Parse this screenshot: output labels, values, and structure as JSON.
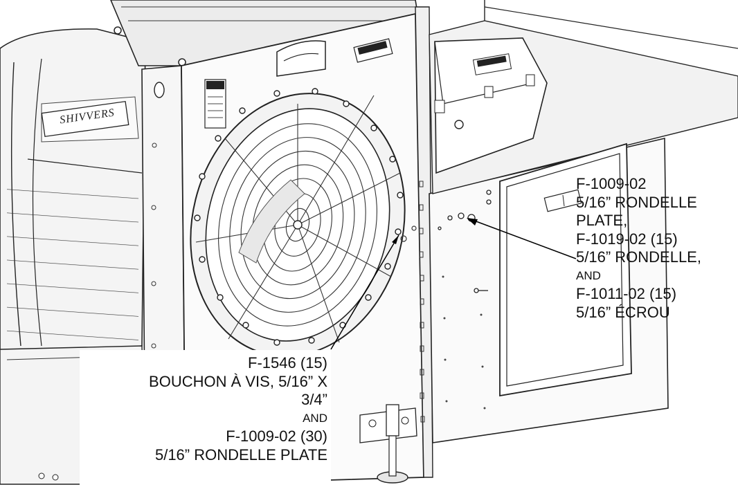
{
  "diagram": {
    "logo_text": "SHIVVERS",
    "callouts": {
      "left": {
        "lines": [
          "F-1546 (15)",
          "BOUCHON À VIS, 5/16” X",
          "3/4”",
          "AND",
          "F-1009-02 (30)",
          "5/16” RONDELLE PLATE"
        ]
      },
      "right": {
        "lines": [
          "F-1009-02",
          "5/16” RONDELLE",
          "PLATE,",
          "F-1019-02 (15)",
          "5/16” RONDELLE,",
          "AND",
          "F-1011-02 (15)",
          "5/16” ÉCROU"
        ]
      }
    },
    "colors": {
      "line": "#222222",
      "fill_light": "#f4f4f4",
      "fill_mid": "#e6e6e6"
    }
  }
}
